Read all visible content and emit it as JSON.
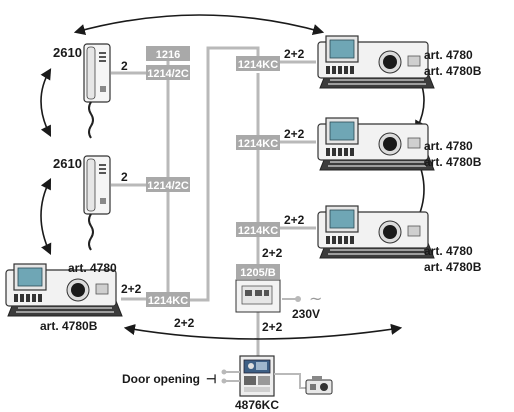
{
  "colors": {
    "bus_line": "#b9b9b9",
    "module_bg": "#a9a9a9",
    "module_text": "#ffffff",
    "label_text": "#1a1a1a",
    "arrow": "#1a1a1a"
  },
  "labels": {
    "handset_1": "2610",
    "handset_2": "2610",
    "handset_1_wires": "2",
    "handset_2_wires": "2",
    "module_1216": "1216",
    "module_1214_2c_a": "1214/2C",
    "module_1214_2c_b": "1214/2C",
    "module_1214kc_left": "1214KC",
    "module_1214kc_top": "1214KC",
    "module_1214kc_mid": "1214KC",
    "module_1214kc_bot": "1214KC",
    "module_1205b": "1205/B",
    "wires_top_monitor": "2+2",
    "wires_mid_monitor": "2+2",
    "wires_bot_monitor": "2+2",
    "wires_below_bot_kc": "2+2",
    "wires_left_monitor": "2+2",
    "wires_bottom_bus": "2+2",
    "wires_to_panel": "2+2",
    "left_monitor_art": "art. 4780",
    "left_monitor_art_b": "art. 4780B",
    "right_monitor_1_art": "art. 4780",
    "right_monitor_1_art_b": "art. 4780B",
    "right_monitor_2_art": "art. 4780",
    "right_monitor_2_art_b": "art. 4780B",
    "right_monitor_3_art": "art. 4780",
    "right_monitor_3_art_b": "art. 4780B",
    "power_label": "230V",
    "door_opening": "Door opening",
    "door_symbol": "⊣",
    "panel_label": "4876KC"
  },
  "icons": {
    "handset": "intercom-handset-icon",
    "monitor": "video-monitor-icon",
    "power_supply": "power-supply-icon",
    "panel": "door-entry-panel-icon",
    "camera": "cctv-camera-icon",
    "ac": "ac-symbol-icon"
  }
}
